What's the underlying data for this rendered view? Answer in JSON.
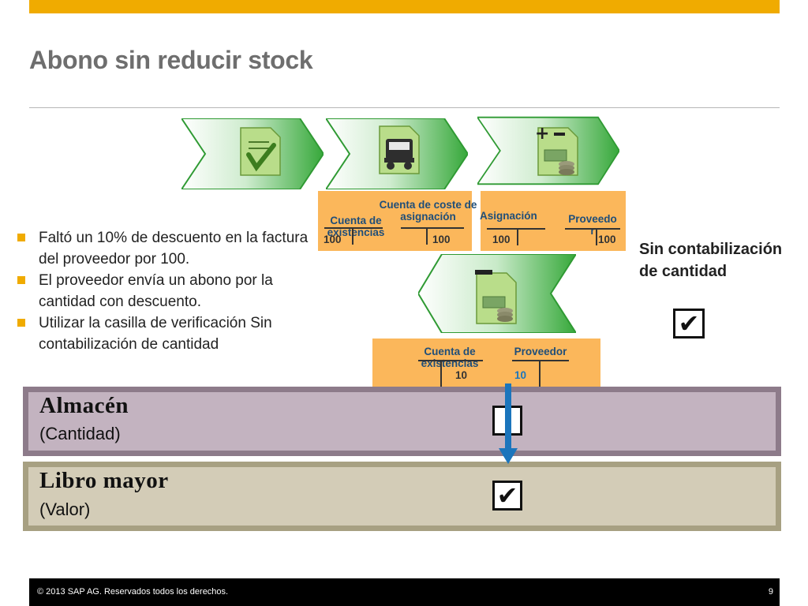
{
  "title": "Abono sin reducir stock",
  "colors": {
    "accent": "#f0ab00",
    "table": "#fbb75b",
    "label": "#1f4e79",
    "chevron": "#3cab3f",
    "arrow": "#1b75bc"
  },
  "icons": [
    "check-document-icon",
    "truck-document-icon",
    "plus-minus-money-document-icon",
    "minus-money-document-icon"
  ],
  "tables": {
    "t1": {
      "left_label": "Cuenta de existencias",
      "right_label": "Cuenta de coste de asignación",
      "left_value": "100",
      "right_value": "100"
    },
    "t2": {
      "left_label": "Asignación",
      "right_label": "Proveedor",
      "left_value": "100",
      "right_value": "100"
    },
    "t3": {
      "left_label": "Cuenta de existencias",
      "right_label": "Proveedor",
      "left_value": "10",
      "right_value": "10"
    }
  },
  "bullets": [
    "Faltó un 10% de descuento en la factura del proveedor por 100.",
    "El proveedor envía un abono por la cantidad con descuento.",
    "Utilizar la casilla de verificación Sin contabilización de cantidad"
  ],
  "sin_label": "Sin contabilización de cantidad",
  "check_mark": "✔",
  "almacen": {
    "title": "Almacén",
    "subtitle": "(Cantidad)"
  },
  "libro": {
    "title": "Libro mayor",
    "subtitle": "(Valor)"
  },
  "footer": {
    "copyright": "© 2013 SAP AG. Reservados todos los derechos.",
    "page": "9"
  }
}
